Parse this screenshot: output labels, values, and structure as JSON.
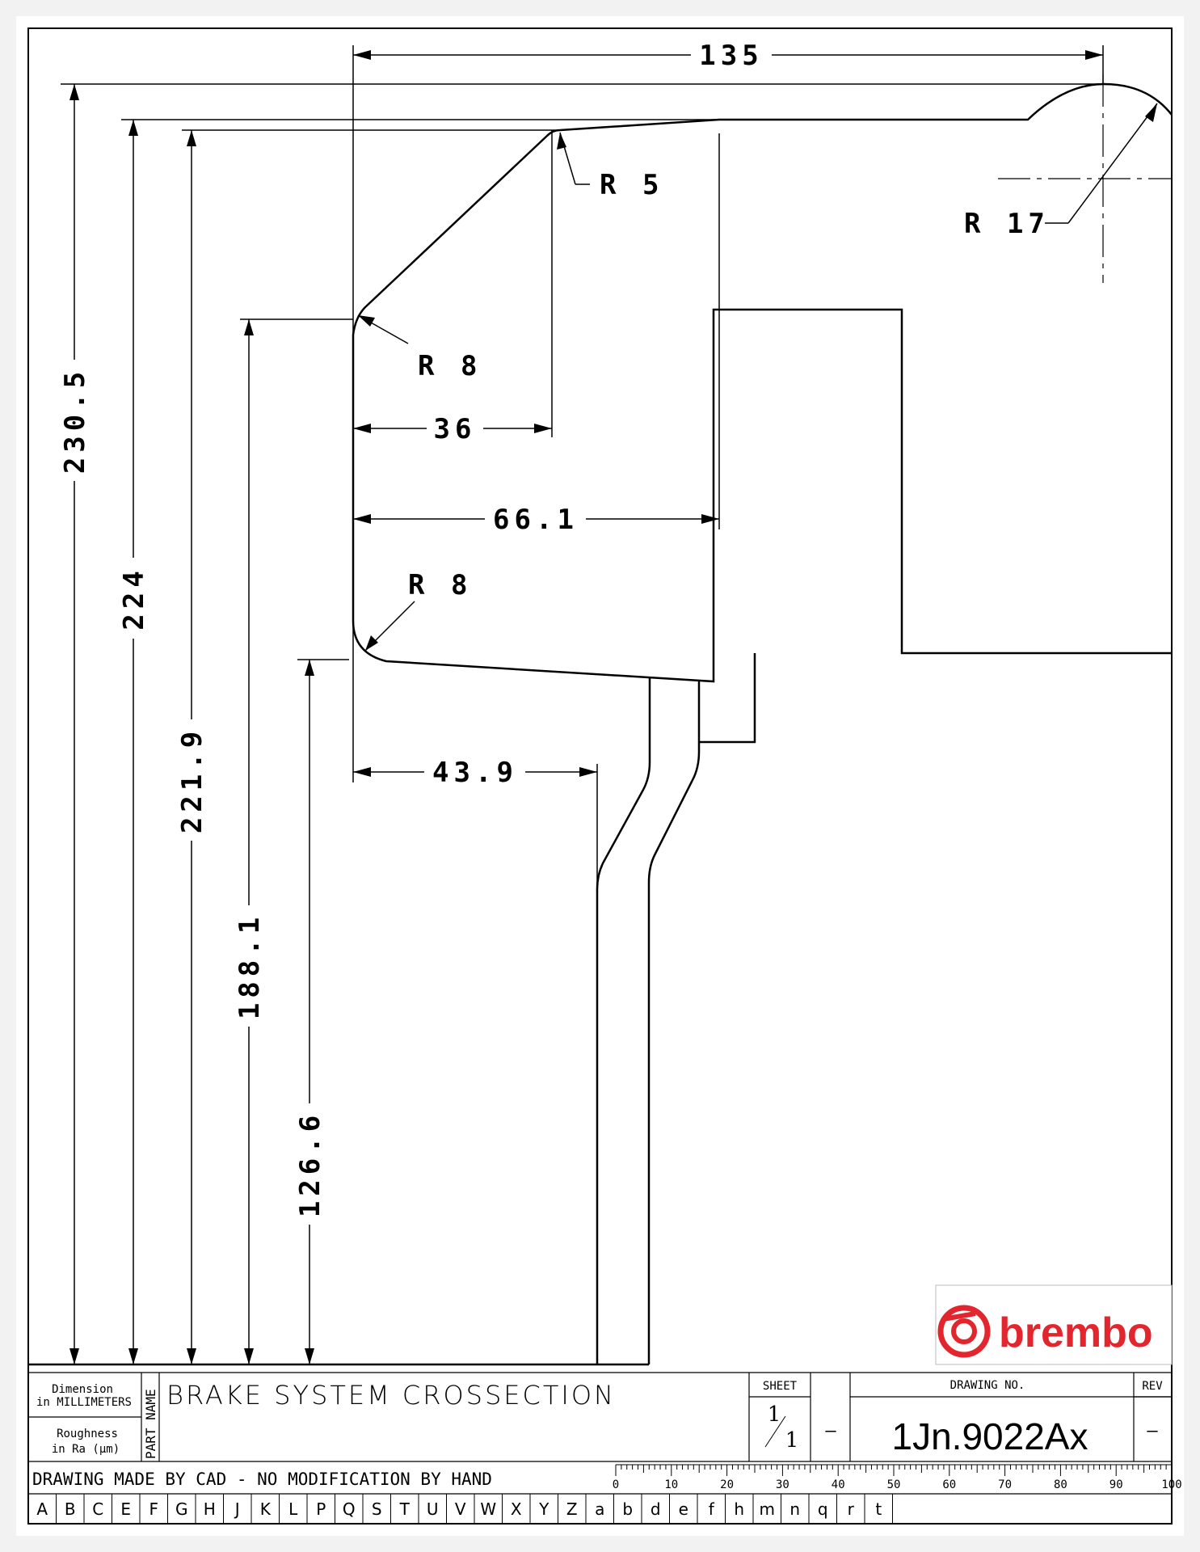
{
  "dimensions": {
    "d135": "135",
    "d230_5": "230.5",
    "d224": "224",
    "d221_9": "221.9",
    "d188_1": "188.1",
    "d126_6": "126.6",
    "d36": "36",
    "d66_1": "66.1",
    "d43_9": "43.9",
    "r5": "R 5",
    "r8_top": "R 8",
    "r8_bottom": "R 8",
    "r17": "R 17"
  },
  "logo": {
    "text": "brembo",
    "color": "#e3262e"
  },
  "title_block": {
    "dimension_label_1": "Dimension",
    "dimension_label_2": "in MILLIMETERS",
    "roughness_label_1": "Roughness",
    "roughness_label_2": "in Ra (µm)",
    "part_name_label": "PART NAME",
    "part_name": "BRAKE SYSTEM CROSSECTION",
    "sheet_label": "SHEET",
    "sheet_num": "1",
    "sheet_total": "1",
    "sheet_dash": "—",
    "drawing_no_label": "DRAWING NO.",
    "drawing_no": "1Jn.9022Ax",
    "rev_label": "REV",
    "rev": "—",
    "cad_note": "DRAWING MADE BY CAD - NO MODIFICATION BY HAND",
    "scale_labels": [
      "0",
      "10",
      "20",
      "30",
      "40",
      "50",
      "60",
      "70",
      "80",
      "90",
      "100"
    ],
    "letters": [
      "A",
      "B",
      "C",
      "E",
      "F",
      "G",
      "H",
      "J",
      "K",
      "L",
      "P",
      "Q",
      "S",
      "T",
      "U",
      "V",
      "W",
      "X",
      "Y",
      "Z",
      "a",
      "b",
      "d",
      "e",
      "f",
      "h",
      "m",
      "n",
      "q",
      "r",
      "t"
    ]
  }
}
